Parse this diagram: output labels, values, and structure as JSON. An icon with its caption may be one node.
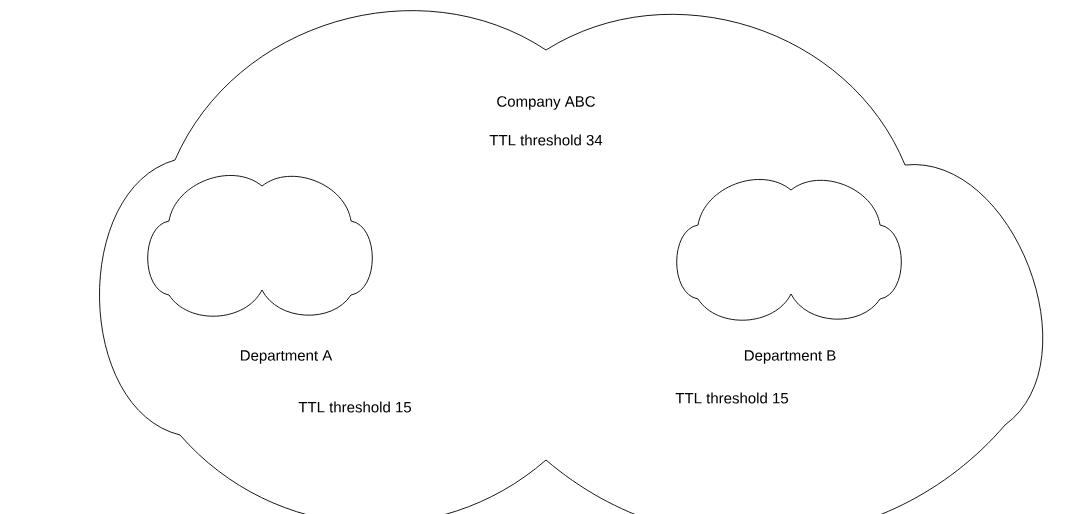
{
  "diagram": {
    "nodes": [
      {
        "text": [
          "Company ABC",
          "TTL threshold 34"
        ]
      },
      {
        "text": [],
        "shape": "cloud",
        "in": 0,
        "beside": [
          "Department A",
          "TTL threshold 15"
        ]
      },
      {
        "text": [],
        "shape": "cloud",
        "in": 0,
        "beside": [
          "Department B",
          "TTL threshold 15"
        ]
      }
    ]
  }
}
